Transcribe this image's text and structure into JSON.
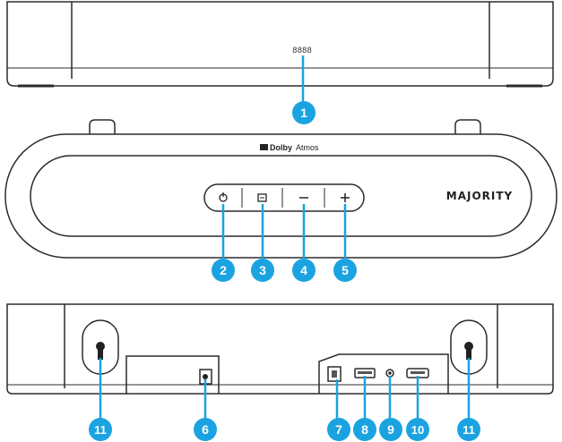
{
  "colors": {
    "callout": "#1aa3e0",
    "outline": "#2b2b2b",
    "body": "#ffffff"
  },
  "front_view": {
    "display_text": "8888"
  },
  "top_view": {
    "dolby_brand": "Dolby",
    "dolby_suffix": "Atmos",
    "majority_logo": "MAJORITY",
    "buttons": [
      {
        "icon": "power-icon",
        "glyph": "⏻"
      },
      {
        "icon": "input-source-icon",
        "glyph": "⊟"
      },
      {
        "icon": "volume-down-icon",
        "glyph": "−"
      },
      {
        "icon": "volume-up-icon",
        "glyph": "+"
      }
    ]
  },
  "callouts": {
    "display": "1",
    "power": "2",
    "input": "3",
    "vol_down": "4",
    "vol_up": "5",
    "dc_in": "6",
    "optical": "7",
    "usb": "8",
    "aux": "9",
    "hdmi": "10",
    "wall_mount_left": "11",
    "wall_mount_right": "11"
  }
}
